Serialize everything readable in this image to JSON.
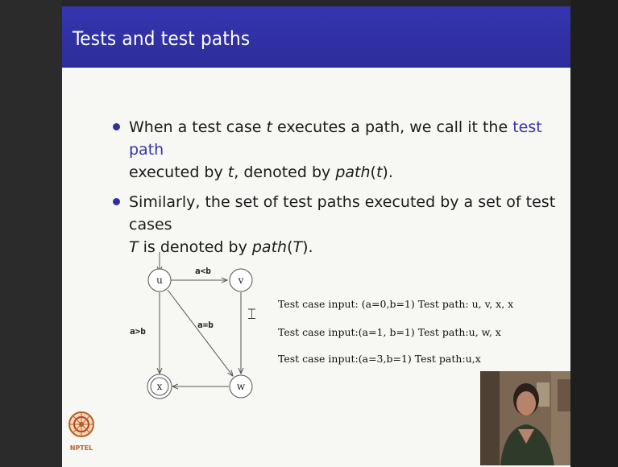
{
  "slide": {
    "title": "Tests and test paths",
    "bullets": [
      {
        "line1_a": "When a test case ",
        "line1_t": "t",
        "line1_b": " executes a path, we call it the ",
        "line1_hl": "test path",
        "line2_a": "executed by ",
        "line2_t": "t",
        "line2_b": ", denoted by ",
        "line2_path": "path",
        "line2_c": "(",
        "line2_t2": "t",
        "line2_d": ")."
      },
      {
        "line1": "Similarly, the set of test paths executed by a set of test cases",
        "line2_T": "T",
        "line2_a": " is denoted by ",
        "line2_path": "path",
        "line2_b": "(",
        "line2_T2": "T",
        "line2_c": ")."
      }
    ],
    "graph": {
      "nodes": {
        "u": "u",
        "v": "v",
        "w": "w",
        "x": "x"
      },
      "edges": {
        "uv": "a<b",
        "ux": "a>b",
        "uw": "a=b"
      }
    },
    "test_cases": [
      "Test case input: (a=0,b=1) Test path: u, v, x, x",
      "Test case input:(a=1, b=1) Test path:u, w, x",
      "Test case input:(a=3,b=1) Test path:u,x"
    ],
    "logo_text": "NPTEL"
  },
  "colors": {
    "title_bar": "#2f2f9f",
    "highlight": "#3434b0",
    "background": "#f7f7f4"
  },
  "icons": {
    "cursor": "i-beam-cursor-icon",
    "logo": "nptel-logo-icon",
    "video": "presenter-video-icon"
  }
}
